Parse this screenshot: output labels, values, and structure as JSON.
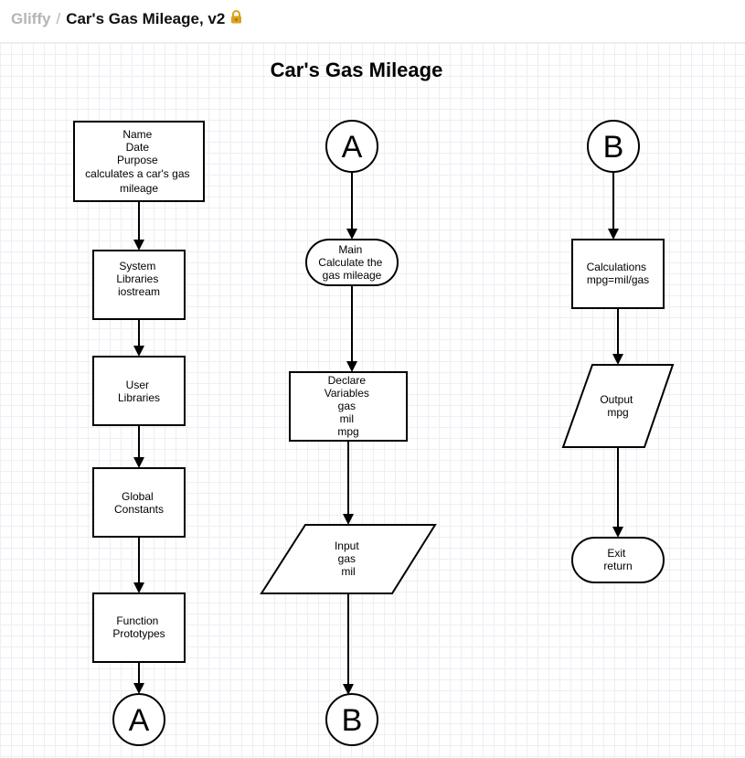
{
  "breadcrumb": {
    "app": "Gliffy",
    "separator": "/",
    "document": "Car's Gas Mileage, v2",
    "lock_icon": "lock-icon",
    "lock_color": "#d9a21b"
  },
  "diagram": {
    "title": "Car's Gas Mileage",
    "nodes": {
      "header_box": [
        "Name",
        "Date",
        "Purpose",
        "calculates a car's gas",
        "mileage"
      ],
      "system_libs": [
        "System",
        "Libraries",
        "iostream"
      ],
      "user_libs": [
        "User",
        "Libraries"
      ],
      "global_consts": [
        "Global",
        "Constants"
      ],
      "func_protos": [
        "Function",
        "Prototypes"
      ],
      "connector_a_bottom": "A",
      "connector_a_top": "A",
      "main_terminal": [
        "Main",
        "Calculate the",
        "gas mileage"
      ],
      "declare_vars": [
        "Declare",
        "Variables",
        "gas",
        "mil",
        "mpg"
      ],
      "input_io": [
        "Input",
        "gas",
        "mil"
      ],
      "connector_b_bottom": "B",
      "connector_b_top": "B",
      "calculations": [
        "Calculations",
        "mpg=mil/gas"
      ],
      "output_io": [
        "Output",
        "mpg"
      ],
      "exit_terminal": [
        "Exit",
        "return"
      ]
    }
  }
}
